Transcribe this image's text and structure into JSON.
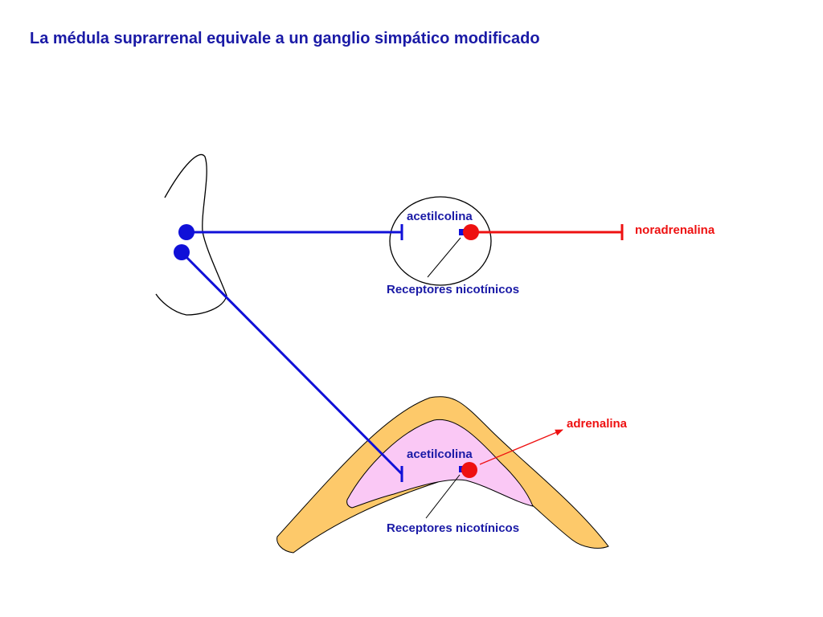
{
  "title": "La médula suprarrenal equivale a un ganglio simpático modificado",
  "labels": {
    "ganglion_ach": "acetilcolina",
    "ganglion_receptors": "Receptores nicotínicos",
    "norepinephrine": "noradrenalina",
    "adrenal_ach": "acetilcolina",
    "adrenal_receptors": "Receptores nicotínicos",
    "epinephrine": "adrenalina"
  },
  "colors": {
    "preganglionic": "#1010d8",
    "postganglionic": "#ee1111",
    "title_text": "#1a1aa6",
    "adrenal_cortex": "#fdc96a",
    "adrenal_medulla": "#fac8f5"
  }
}
